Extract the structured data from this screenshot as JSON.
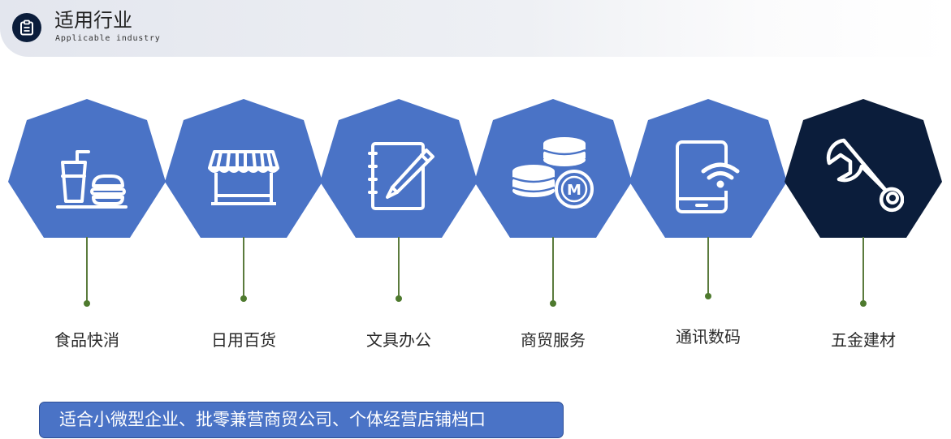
{
  "header": {
    "title": "适用行业",
    "subtitle": "Applicable industry",
    "icon": "clipboard-icon"
  },
  "colors": {
    "primary": "#4a73c6",
    "highlight": "#0b1d3b",
    "connector": "#5b7b3d",
    "text": "#2a2a2a"
  },
  "industries": [
    {
      "label": "食品快消",
      "icon": "fast-food-icon",
      "selected": false
    },
    {
      "label": "日用百货",
      "icon": "storefront-icon",
      "selected": false
    },
    {
      "label": "文具办公",
      "icon": "notebook-pen-icon",
      "selected": false
    },
    {
      "label": "商贸服务",
      "icon": "coins-icon",
      "selected": false
    },
    {
      "label": "通讯数码",
      "icon": "phone-wifi-icon",
      "selected": false
    },
    {
      "label": "五金建材",
      "icon": "wrench-icon",
      "selected": true
    }
  ],
  "footer": {
    "text": "适合小微型企业、批零兼营商贸公司、个体经营店铺档口"
  }
}
